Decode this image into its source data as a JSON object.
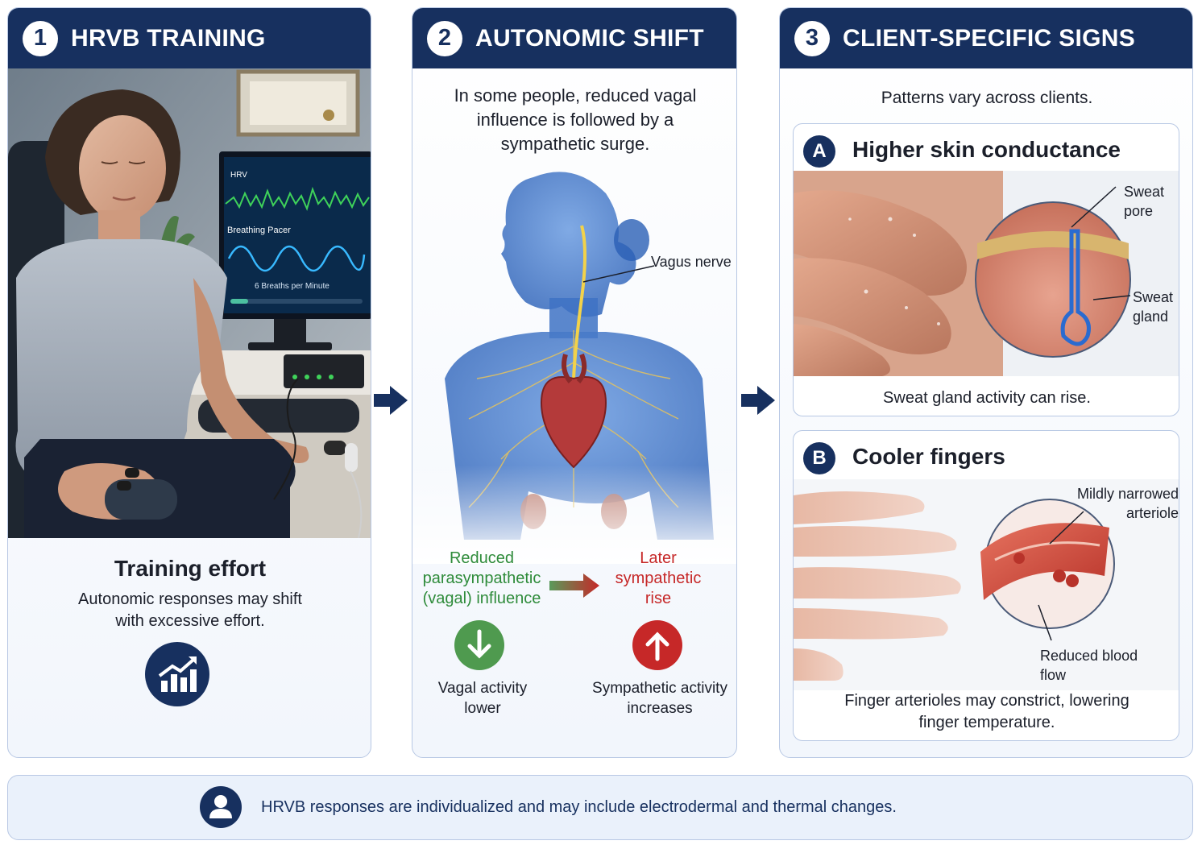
{
  "colors": {
    "header_bg": "#17305f",
    "panel_border": "#b8c8e4",
    "green": "#2e8b3a",
    "red": "#c62828",
    "arrow": "#17305f"
  },
  "panel1": {
    "number": "1",
    "title": "HRVB TRAINING",
    "monitor": {
      "hrv_label": "HRV",
      "pacer_label": "Breathing Pacer",
      "pacer_rate": "6 Breaths per Minute"
    },
    "caption_title": "Training effort",
    "caption_text": "Autonomic responses may shift with excessive effort.",
    "icon": "rising-bar-chart-icon"
  },
  "panel2": {
    "number": "2",
    "title": "AUTONOMIC SHIFT",
    "intro": "In some people, reduced vagal influence is followed by a sympathetic surge.",
    "vagus_label": "Vagus nerve",
    "reduced_label": "Reduced parasympathetic (vagal) influence",
    "later_label": "Later sympathetic rise",
    "down_caption": "Vagal activity lower",
    "up_caption": "Sympathetic activity increases",
    "down_icon": "arrow-down-icon",
    "up_icon": "arrow-up-icon"
  },
  "panel3": {
    "number": "3",
    "title": "CLIENT-SPECIFIC SIGNS",
    "intro": "Patterns vary across clients.",
    "card_a": {
      "letter": "A",
      "title": "Higher skin conductance",
      "sweat_pore": "Sweat pore",
      "sweat_gland": "Sweat gland",
      "caption": "Sweat gland activity can rise."
    },
    "card_b": {
      "letter": "B",
      "title": "Cooler fingers",
      "arteriole": "Mildly narrowed arteriole",
      "blood_flow": "Reduced blood flow",
      "caption": "Finger arterioles may constrict, lowering finger temperature."
    }
  },
  "footer": {
    "icon": "person-icon",
    "text": "HRVB responses are individualized and may include electrodermal and thermal changes."
  }
}
